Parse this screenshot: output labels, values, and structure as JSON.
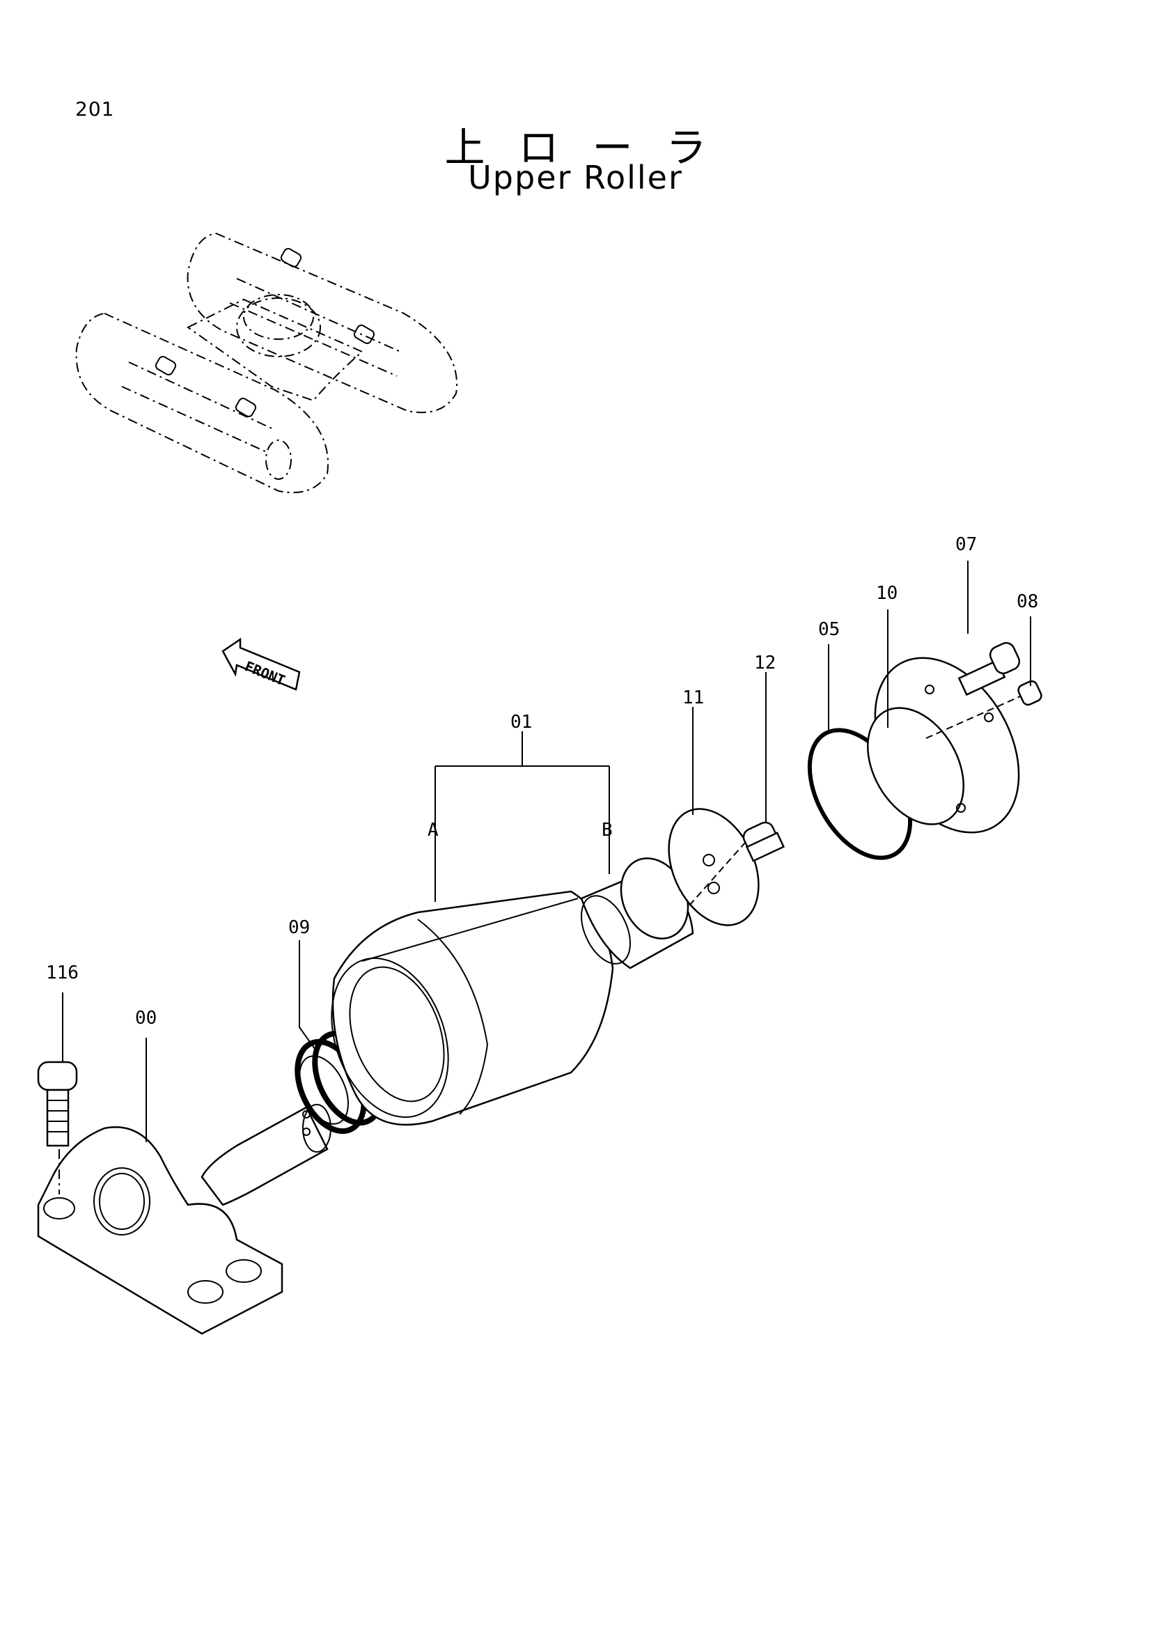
{
  "header": {
    "page_number": "201",
    "title_jp": "上ローラ",
    "title_en": "Upper Roller"
  },
  "front_label": "FRONT",
  "callouts": {
    "c01": "01",
    "cA": "A",
    "cB": "B",
    "c00": "00",
    "c05": "05",
    "c07": "07",
    "c08": "08",
    "c09": "09",
    "c10": "10",
    "c11": "11",
    "c12": "12",
    "c116": "116"
  }
}
